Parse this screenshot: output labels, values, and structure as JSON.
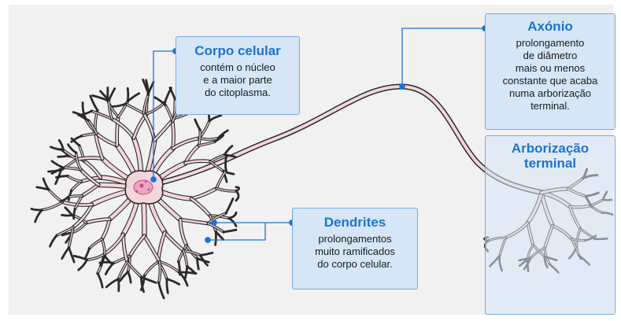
{
  "labels": {
    "cell_body": {
      "title": "Corpo celular",
      "lines": [
        "contém o núcleo",
        "e a maior parte",
        "do citoplasma."
      ]
    },
    "axon": {
      "title": "Axónio",
      "lines": [
        "prolongamento",
        "de diâmetro",
        "mais ou menos",
        "constante que acaba",
        "numa arborização",
        "terminal."
      ]
    },
    "dendrites": {
      "title": "Dendrites",
      "lines": [
        "prolongamentos",
        "muito ramificados",
        "do corpo celular."
      ]
    },
    "terminal": {
      "title_lines": [
        "Arborização",
        "terminal"
      ]
    }
  },
  "colors": {
    "panel": "#f1f1f1",
    "box_fill": "#d6e6f7",
    "box_border": "#7aa9dc",
    "title": "#1c73d2",
    "pointer": "#1c73d2",
    "neuron_fill": "#f3d6dc",
    "neuron_outline": "#2a2a2a",
    "nucleus": "#c8497e"
  }
}
